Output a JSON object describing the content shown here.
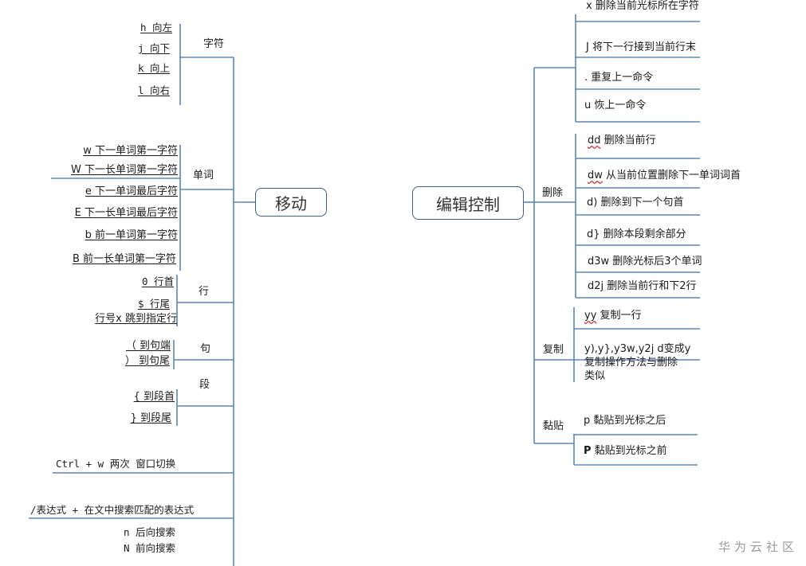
{
  "colors": {
    "line": "#5b86b5",
    "node_border": "#3f5f86",
    "text": "#1a1a1a",
    "watermark": "#9a9a9a"
  },
  "move": {
    "title": "移动",
    "char": {
      "label": "字符",
      "items": [
        "h  向左",
        "j  向下",
        "k  向上",
        "l  向右"
      ]
    },
    "word": {
      "label": "单词",
      "items": [
        "w 下一单词第一字符",
        "W 下一长单词第一字符",
        "e 下一单词最后字符",
        "E 下一长单词最后字符",
        "b 前一单词第一字符",
        "B 前一长单词第一字符"
      ]
    },
    "line": {
      "label": "行",
      "items": [
        "0  行首",
        "$  行尾",
        "行号x  跳到指定行"
      ]
    },
    "sentence": {
      "label": "句",
      "items": [
        "（  到句端",
        "）  到句尾"
      ]
    },
    "paragraph": {
      "label": "段",
      "items": [
        "{  到段首",
        "}  到段尾"
      ]
    },
    "ctrlw": "Ctrl + w  两次  窗口切换",
    "search": {
      "text": "/表达式  +  在文中搜索匹配的表达式",
      "items": [
        "n  后向搜索",
        "N  前向搜索"
      ]
    }
  },
  "edit": {
    "title": "编辑控制",
    "top_items": [
      "x 删除当前光标所在字符",
      "J 将下一行接到当前行末",
      ". 重复上一命令",
      "u 恢上一命令"
    ],
    "delete": {
      "label": "删除",
      "items": [
        {
          "cmd": "dd",
          "text": " 删除当前行"
        },
        {
          "cmd": "dw",
          "text": " 从当前位置删除下一单词词首"
        },
        {
          "cmd": "d)",
          "text": " 删除到下一个句首"
        },
        {
          "cmd": "d}",
          "text": " 删除本段剩余部分"
        },
        {
          "cmd": "d3w",
          "text": " 删除光标后3个单词"
        },
        {
          "cmd": "d2j",
          "text": "  删除当前行和下2行"
        }
      ]
    },
    "copy": {
      "label": "复制",
      "yy": {
        "cmd": "yy",
        "text": "  复制一行"
      },
      "multi": [
        "y),y},y3w,y2j d变成y",
        "复制操作方法与删除",
        "类似"
      ]
    },
    "paste": {
      "label": "黏贴",
      "items": [
        {
          "cmd": "p",
          "text": "  黏贴到光标之后"
        },
        {
          "cmd": "P",
          "text": "  黏贴到光标之前"
        }
      ]
    }
  },
  "watermark": "华为云社区"
}
